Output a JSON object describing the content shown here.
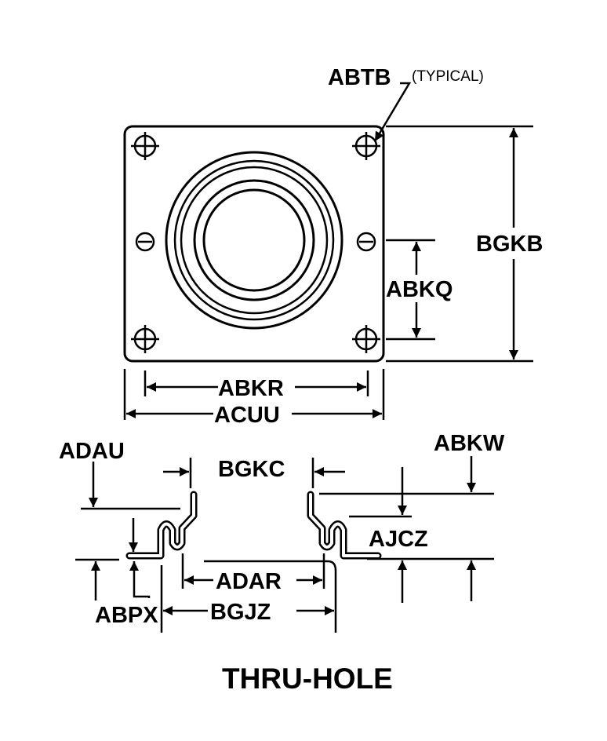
{
  "labels": {
    "abtb": "ABTB",
    "typical": "(TYPICAL)",
    "bgkb": "BGKB",
    "abkq": "ABKQ",
    "abkr": "ABKR",
    "acuu": "ACUU",
    "adau": "ADAU",
    "bgkc": "BGKC",
    "abkw": "ABKW",
    "ajcz": "AJCZ",
    "adar": "ADAR",
    "abpx": "ABPX",
    "bgjz": "BGJZ"
  },
  "title": "THRU-HOLE",
  "colors": {
    "ink": "#000000",
    "background": "#ffffff"
  }
}
